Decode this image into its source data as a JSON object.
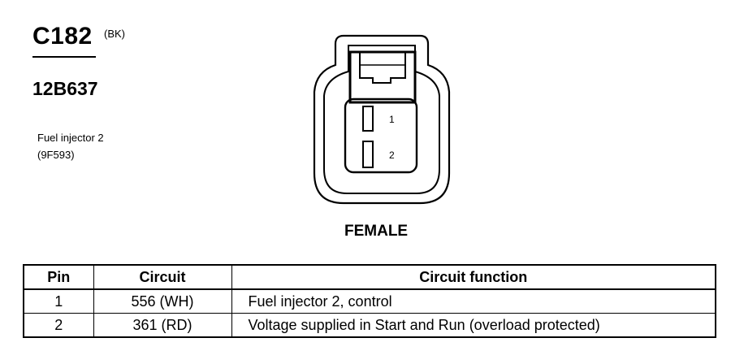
{
  "connector": {
    "id": "C182",
    "color_code": "(BK)",
    "part_number": "12B637",
    "description": [
      "Fuel injector 2",
      "(9F593)"
    ],
    "gender": "FEMALE",
    "pin_labels": [
      "1",
      "2"
    ]
  },
  "table": {
    "headers": [
      "Pin",
      "Circuit",
      "Circuit function"
    ],
    "rows": [
      {
        "pin": "1",
        "circuit": "556 (WH)",
        "function": "Fuel injector 2, control"
      },
      {
        "pin": "2",
        "circuit": "361 (RD)",
        "function": "Voltage supplied in Start and Run (overload protected)"
      }
    ]
  }
}
